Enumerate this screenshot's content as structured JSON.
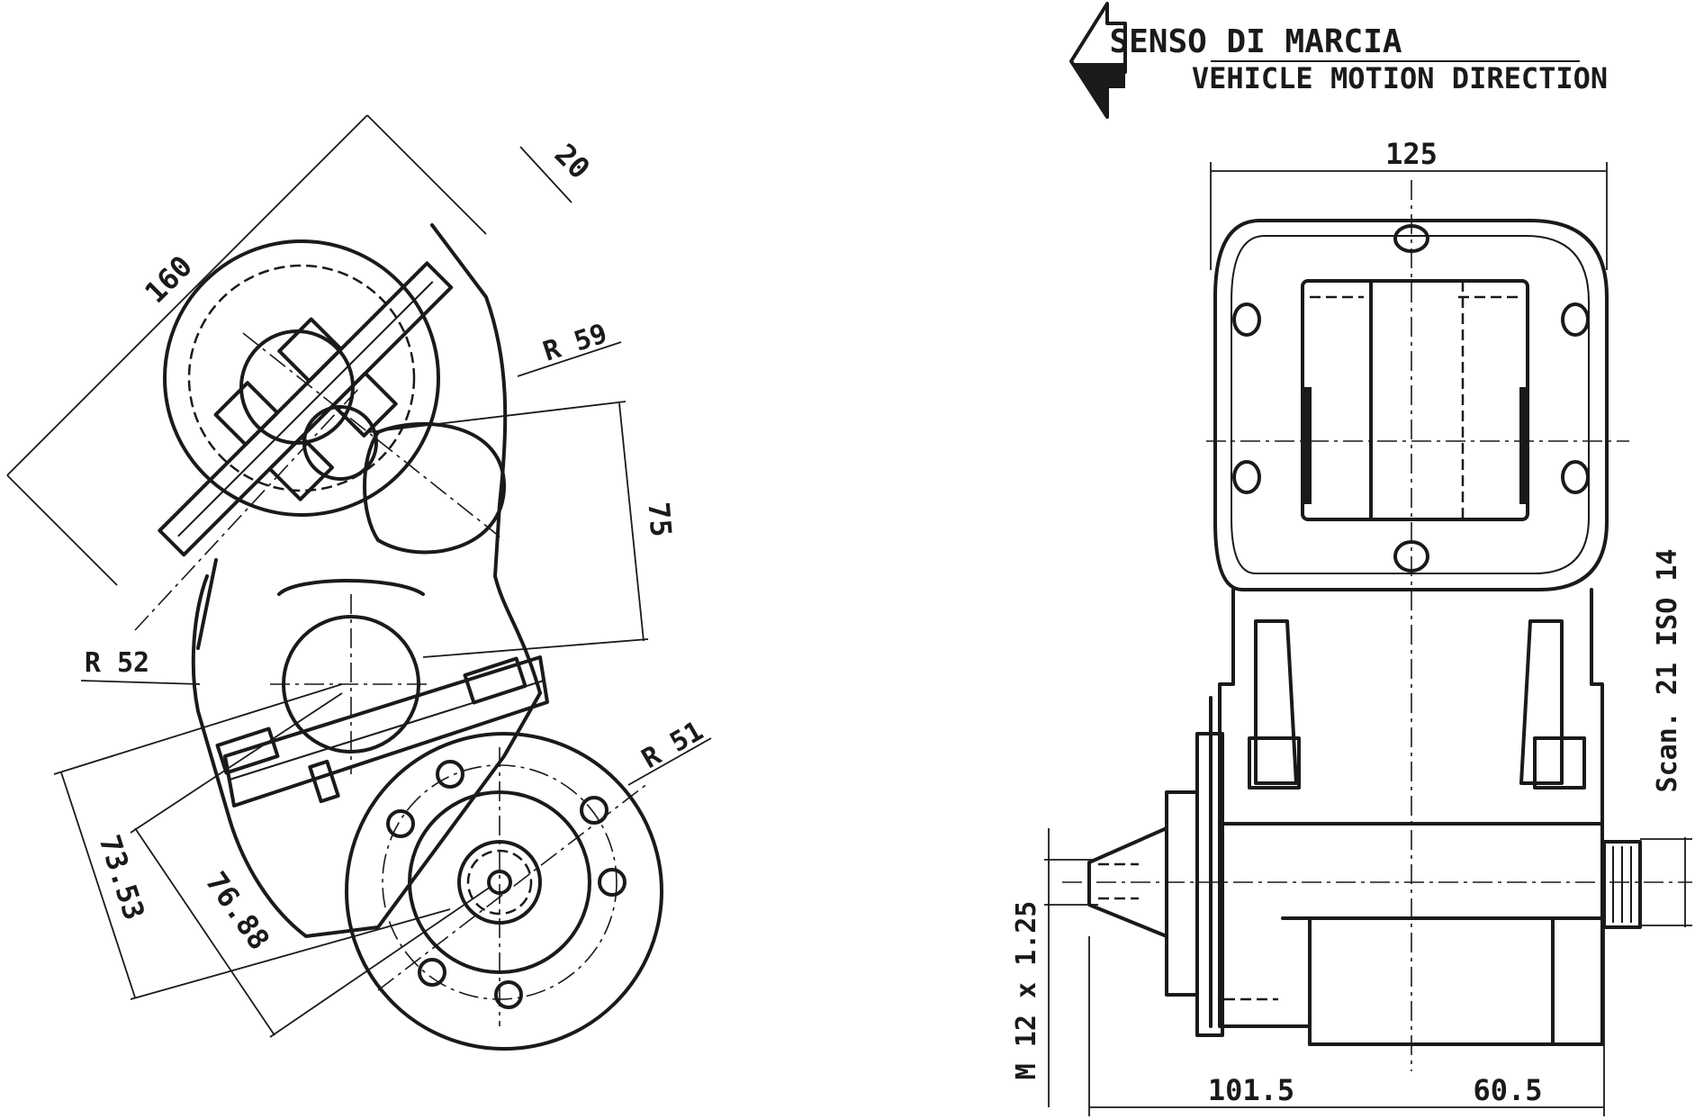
{
  "title": {
    "line1": "SENSO DI MARCIA",
    "line2": "VEHICLE MOTION DIRECTION"
  },
  "left_view": {
    "dim_160": "160",
    "dim_20": "20",
    "dim_r59": "R 59",
    "dim_75": "75",
    "dim_r52": "R 52",
    "dim_r51": "R 51",
    "dim_7353": "73.53",
    "dim_7688": "76.88"
  },
  "right_view": {
    "dim_125": "125",
    "spline": "Scan. 21 ISO 14",
    "thread": "M 12 x 1.25",
    "dim_1015": "101.5",
    "dim_605": "60.5"
  }
}
